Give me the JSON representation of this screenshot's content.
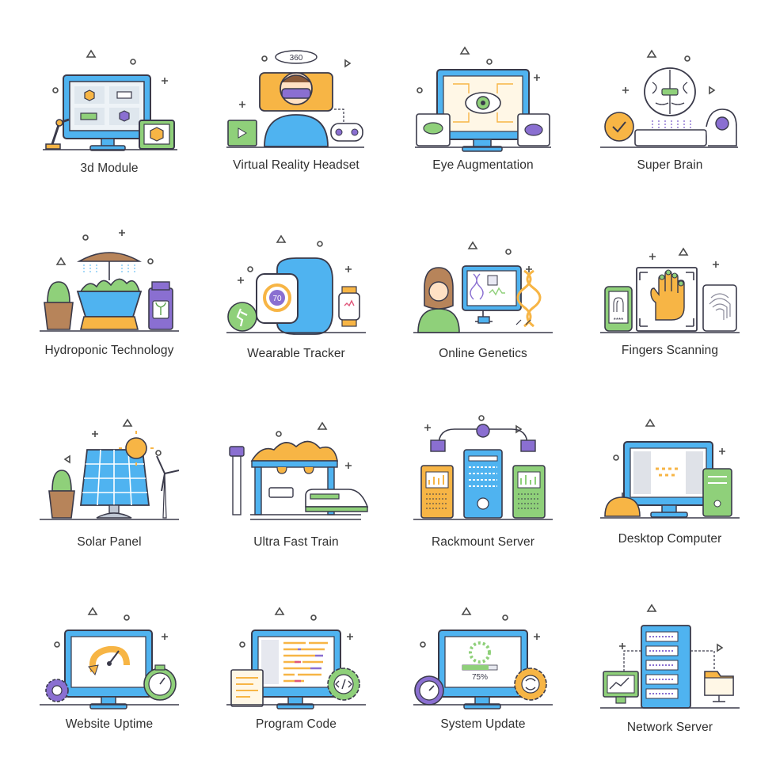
{
  "colors": {
    "blue": "#4fb3f0",
    "orange": "#f7b545",
    "green": "#8fd07a",
    "purple": "#8a6fd1",
    "outline": "#3a3a4a"
  },
  "tiles": [
    {
      "label": "3d Module",
      "icon": "3d-module-icon"
    },
    {
      "label": "Virtual Reality Headset",
      "icon": "vr-headset-icon",
      "badge": "360"
    },
    {
      "label": "Eye Augmentation",
      "icon": "eye-augmentation-icon"
    },
    {
      "label": "Super Brain",
      "icon": "super-brain-icon"
    },
    {
      "label": "Hydroponic Technology",
      "icon": "hydroponic-icon"
    },
    {
      "label": "Wearable Tracker",
      "icon": "wearable-tracker-icon",
      "badge": "70"
    },
    {
      "label": "Online Genetics",
      "icon": "online-genetics-icon"
    },
    {
      "label": "Fingers Scanning",
      "icon": "fingers-scanning-icon",
      "badge": "****"
    },
    {
      "label": "Solar Panel",
      "icon": "solar-panel-icon"
    },
    {
      "label": "Ultra Fast Train",
      "icon": "fast-train-icon"
    },
    {
      "label": "Rackmount Server",
      "icon": "rackmount-server-icon"
    },
    {
      "label": "Desktop Computer",
      "icon": "desktop-computer-icon"
    },
    {
      "label": "Website Uptime",
      "icon": "website-uptime-icon"
    },
    {
      "label": "Program Code",
      "icon": "program-code-icon"
    },
    {
      "label": "System Update",
      "icon": "system-update-icon",
      "badge": "75%"
    },
    {
      "label": "Network Server",
      "icon": "network-server-icon"
    }
  ]
}
